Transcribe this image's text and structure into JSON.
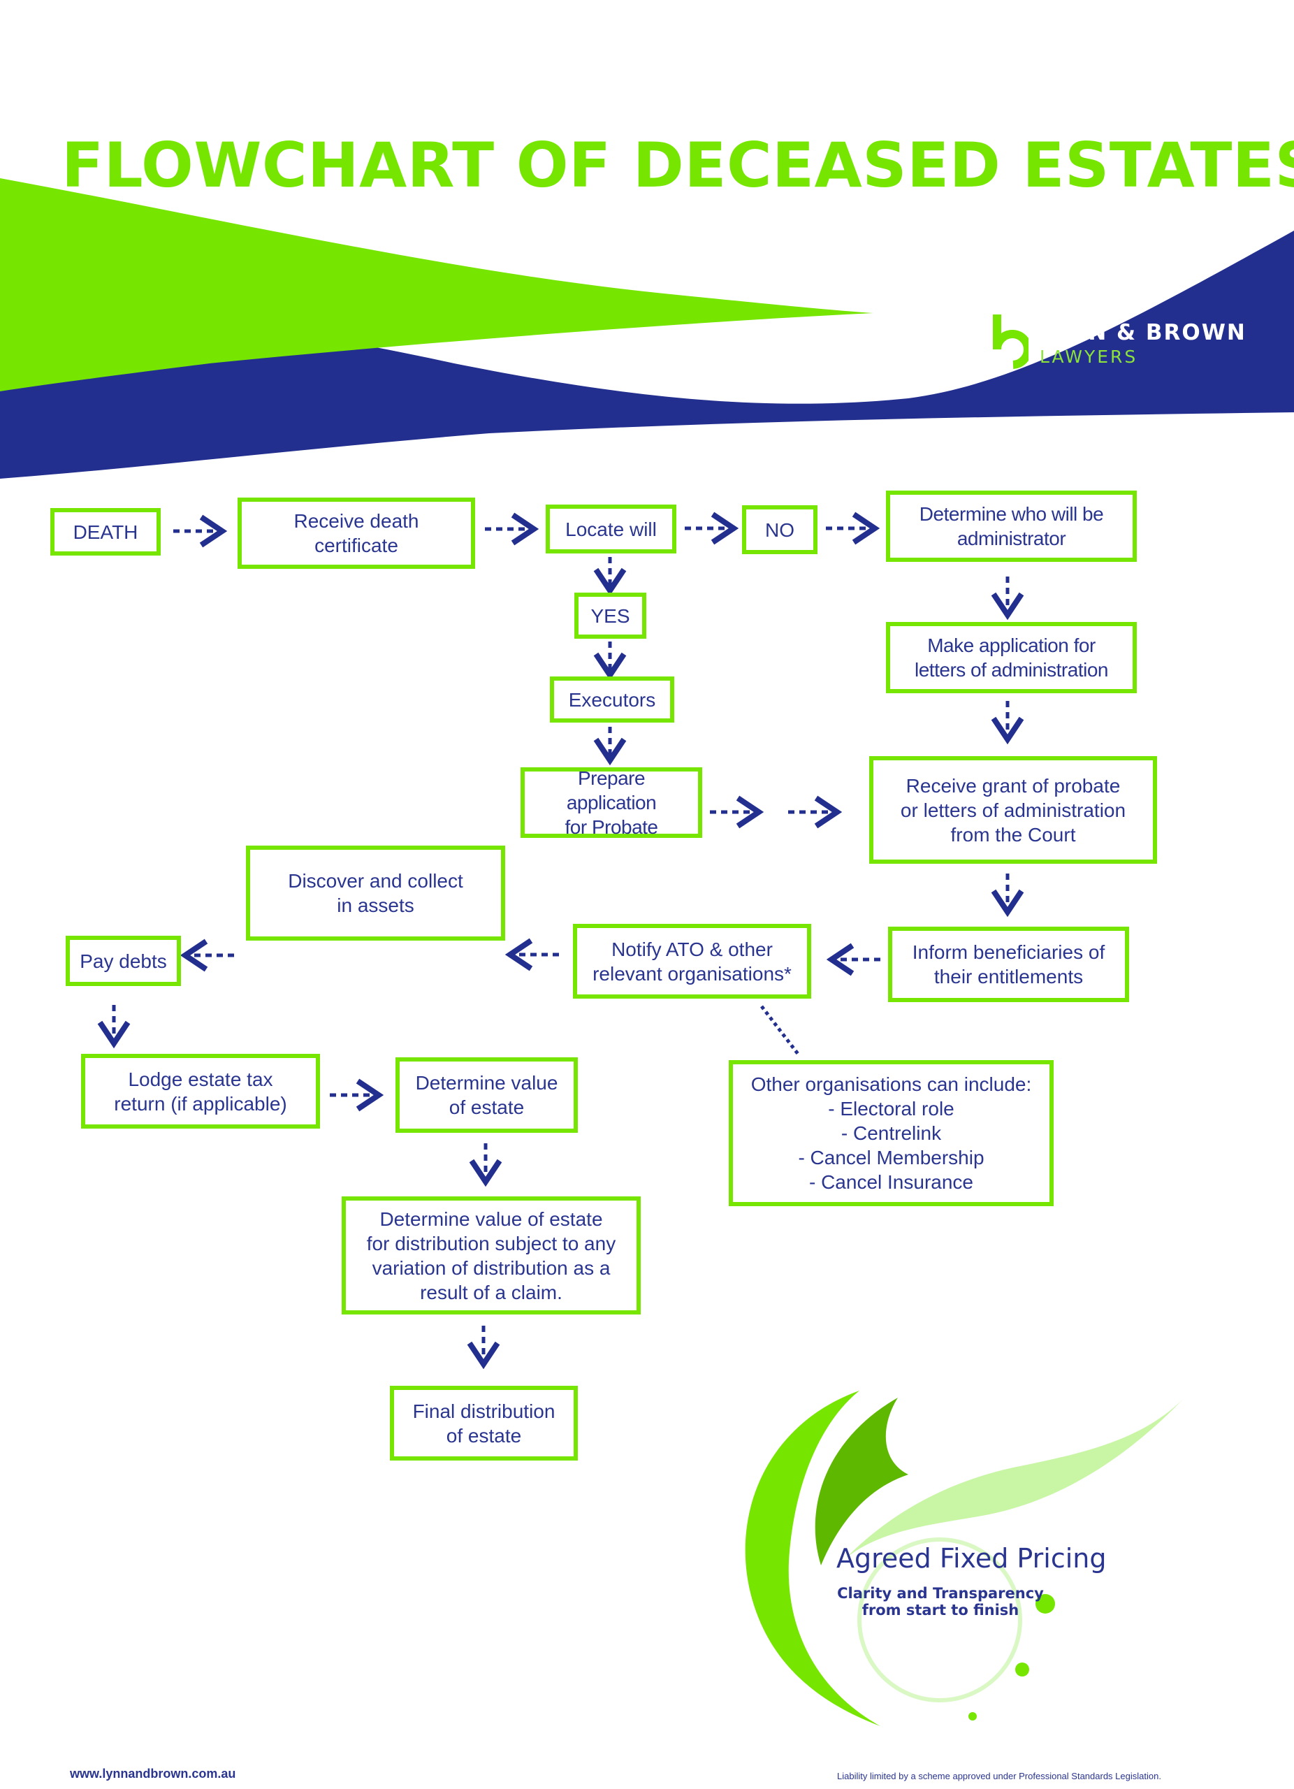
{
  "title": "FLOWCHART OF DECEASED ESTATES",
  "brand": {
    "name": "LYNN & BROWN",
    "sub": "LAWYERS",
    "colors": {
      "green": "#76e600",
      "navy": "#232f8e"
    }
  },
  "nodes": {
    "death": "DEATH",
    "receive_cert": "Receive death\ncertificate",
    "locate_will": "Locate will",
    "no": "NO",
    "determine_admin": "Determine who will be\nadministrator",
    "yes": "YES",
    "executors": "Executors",
    "make_application": "Make application for\nletters of administration",
    "prepare_probate": "Prepare application\nfor Probate",
    "receive_grant": "Receive grant of probate\nor letters of administration\nfrom the Court",
    "discover_assets": "Discover and collect\nin assets",
    "pay_debts": "Pay debts",
    "notify_ato": "Notify ATO & other\nrelevant organisations*",
    "inform_beneficiaries": "Inform beneficiaries of\ntheir entitlements",
    "lodge_tax": "Lodge estate tax\nreturn (if applicable)",
    "determine_value": "Determine value\nof estate",
    "other_orgs": "Other organisations can include:\n- Electoral role\n- Centrelink\n- Cancel Membership\n- Cancel Insurance",
    "determine_distribution": "Determine value of estate\nfor distribution subject to any\nvariation of distribution as a\nresult of a claim.",
    "final_distribution": "Final distribution\nof estate"
  },
  "pricing": {
    "title": "Agreed Fixed Pricing",
    "subtitle": "Clarity and Transparency\nfrom start to finish"
  },
  "footer": {
    "website": "www.lynnandbrown.com.au",
    "liability": "Liability limited by a scheme approved under Professional Standards Legislation."
  }
}
